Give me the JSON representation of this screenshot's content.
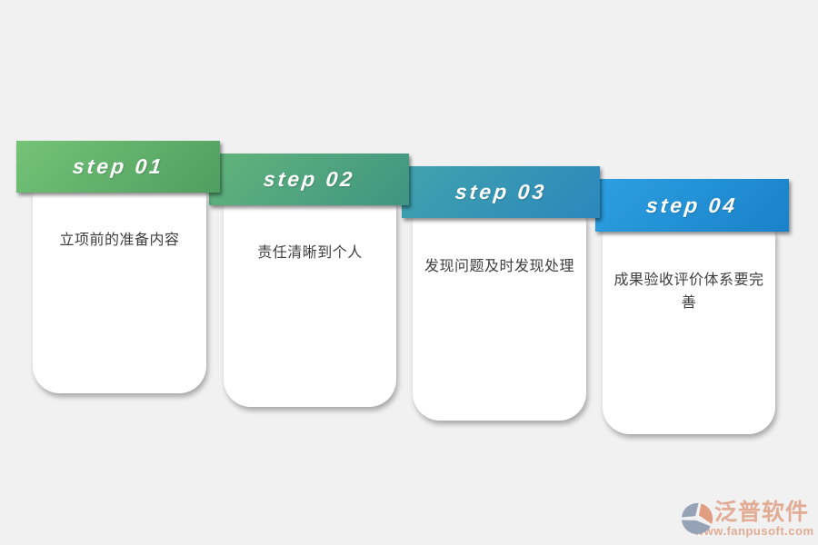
{
  "background_color": "#f1f1f2",
  "steps": [
    {
      "label": "step 01",
      "text": "立项前的准备内容",
      "gradient_from": "#74c377",
      "gradient_to": "#4f9e60"
    },
    {
      "label": "step 02",
      "text": "责任清晰到个人",
      "gradient_from": "#62b57b",
      "gradient_to": "#3f9482"
    },
    {
      "label": "step 03",
      "text": "发现问题及时发现处理",
      "gradient_from": "#41a3ad",
      "gradient_to": "#2b87bd"
    },
    {
      "label": "step 04",
      "text": "成果验收评价体系要完善",
      "gradient_from": "#2da0e0",
      "gradient_to": "#1981c9"
    }
  ],
  "watermark": {
    "brand": "泛普软件",
    "url": "www.fanpusoft.com",
    "text_color": "#e0a084",
    "icon_colors": {
      "slate": "#8796ad",
      "orange": "#de8f6b"
    }
  }
}
